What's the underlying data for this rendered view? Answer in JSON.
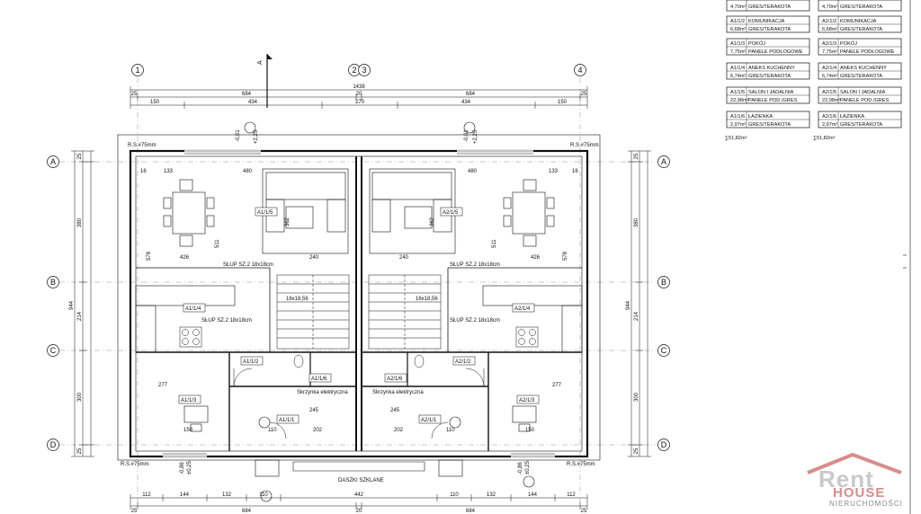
{
  "rooms_left": [
    {
      "code": "",
      "area": "4,70m²",
      "finish": "GRES/TERAKOTA"
    },
    {
      "code": "A1/1/2",
      "name": "KOMUNIKACJA",
      "area": "6,68m²",
      "finish": "GRES/TERAKOTA"
    },
    {
      "code": "A1/1/3",
      "name": "POKÓJ",
      "area": "7,75m²",
      "finish": "PANELE PODŁOGOWE"
    },
    {
      "code": "A1/1/4",
      "name": "ANEKS KUCHENNY",
      "area": "6,74m²",
      "finish": "GRES/TERAKOTA"
    },
    {
      "code": "A1/1/5",
      "name": "SALON I JADALNIA",
      "area": "22,98m²",
      "finish": "PANELE POD./GRES"
    },
    {
      "code": "A1/1/6",
      "name": "ŁAZIENKA",
      "area": "2,97m²",
      "finish": "GRES/TERAKOTA"
    }
  ],
  "rooms_right": [
    {
      "code": "",
      "area": "4,70m²",
      "finish": "GRES/TERAKOTA"
    },
    {
      "code": "A2/1/2",
      "name": "KOMUNIKACJA",
      "area": "6,68m²",
      "finish": "GRES/TERAKOTA"
    },
    {
      "code": "A2/1/3",
      "name": "POKÓJ",
      "area": "7,75m²",
      "finish": "PANELE PODŁOGOWE"
    },
    {
      "code": "A2/1/4",
      "name": "ANEKS KUCHENNY",
      "area": "6,74m²",
      "finish": "GRES/TERAKOTA"
    },
    {
      "code": "A2/1/5",
      "name": "SALON I JADALNIA",
      "area": "22,98m²",
      "finish": "PANELE POD./GRES"
    },
    {
      "code": "A2/1/6",
      "name": "ŁAZIENKA",
      "area": "2,97m²",
      "finish": "GRES/TERAKOTA"
    }
  ],
  "totals": {
    "left": "∑51,82m²",
    "right": "∑51,82m²"
  },
  "axes_vertical": [
    "1",
    "2",
    "3",
    "4"
  ],
  "axes_horizontal": [
    "A",
    "B",
    "C",
    "D"
  ],
  "section_marker": "A",
  "top_dims": {
    "overall": "1438",
    "row2": [
      "25",
      "684",
      "20",
      "684",
      "25"
    ],
    "row3": [
      "150",
      "434",
      "270",
      "434",
      "150"
    ]
  },
  "bottom_dims": {
    "row1": [
      "112",
      "144",
      "132",
      "110",
      "442",
      "110",
      "132",
      "144",
      "112"
    ],
    "row2": [
      "25",
      "684",
      "20",
      "684",
      "25"
    ]
  },
  "side_dims": {
    "total": "944",
    "parts": [
      "380",
      "214",
      "300"
    ],
    "small": [
      "25",
      "25"
    ]
  },
  "levels": {
    "rs_top_left": "R.S.#75mm",
    "rs_top_right": "R.S.#75mm",
    "rs_bottom_left": "R.S.#75mm",
    "rs_bottom_right": "R.S.#75mm",
    "lvl_a": "-0,01",
    "lvl_b": "+2,25",
    "lvl_c": "-0,86",
    "lvl_d": "±0,25"
  },
  "labels": {
    "a115": "A1/1/5",
    "a215": "A2/1/5",
    "a114": "A1/1/4",
    "a214": "A2/1/4",
    "a113": "A1/1/3",
    "a213": "A2/1/3",
    "a112": "A1/1/2",
    "a212": "A2/1/2",
    "a116": "A1/1/6",
    "a216": "A2/1/6",
    "a111": "A1/1/1",
    "a211": "A2/1/1",
    "slup_a": "SŁUP SZ.2 18x18cm",
    "slup_b": "SŁUP SZ.2 18x18cm",
    "slup_c": "SŁUP SZ.2 18x18cm",
    "slup_d": "SŁUP SZ.2 18x18cm",
    "skrzynka_l": "Skrzynka elektryczna",
    "skrzynka_r": "Skrzynka elektryczna",
    "stairs_l": "16x18,56",
    "stairs_r": "16x18,56",
    "daszki": "DASZKI SZKLANE"
  },
  "interior_dims": {
    "d133a": "133",
    "d480a": "480",
    "d480b": "480",
    "d133b": "133",
    "d426a": "426",
    "d426b": "426",
    "d240a": "240",
    "d240b": "240",
    "d511a": "511",
    "d511b": "511",
    "d578a": "578",
    "d578b": "578",
    "d362a": "362",
    "d362b": "362",
    "d277a": "277",
    "d277b": "277",
    "d202a": "202",
    "d202b": "202",
    "d245a": "245",
    "d245b": "245",
    "d150a": "150",
    "d150b": "150",
    "d110a": "110",
    "d110b": "110",
    "d16a": "16",
    "d16b": "16"
  },
  "logo": {
    "line1": "Rent",
    "line2": "HOUSE",
    "line3": "NIERUCHOMOŚCI"
  },
  "colors": {
    "line": "#111111",
    "accent": "#c0392b",
    "logo_gray": "#c9c9c9",
    "logo_red": "#d98c8c"
  }
}
